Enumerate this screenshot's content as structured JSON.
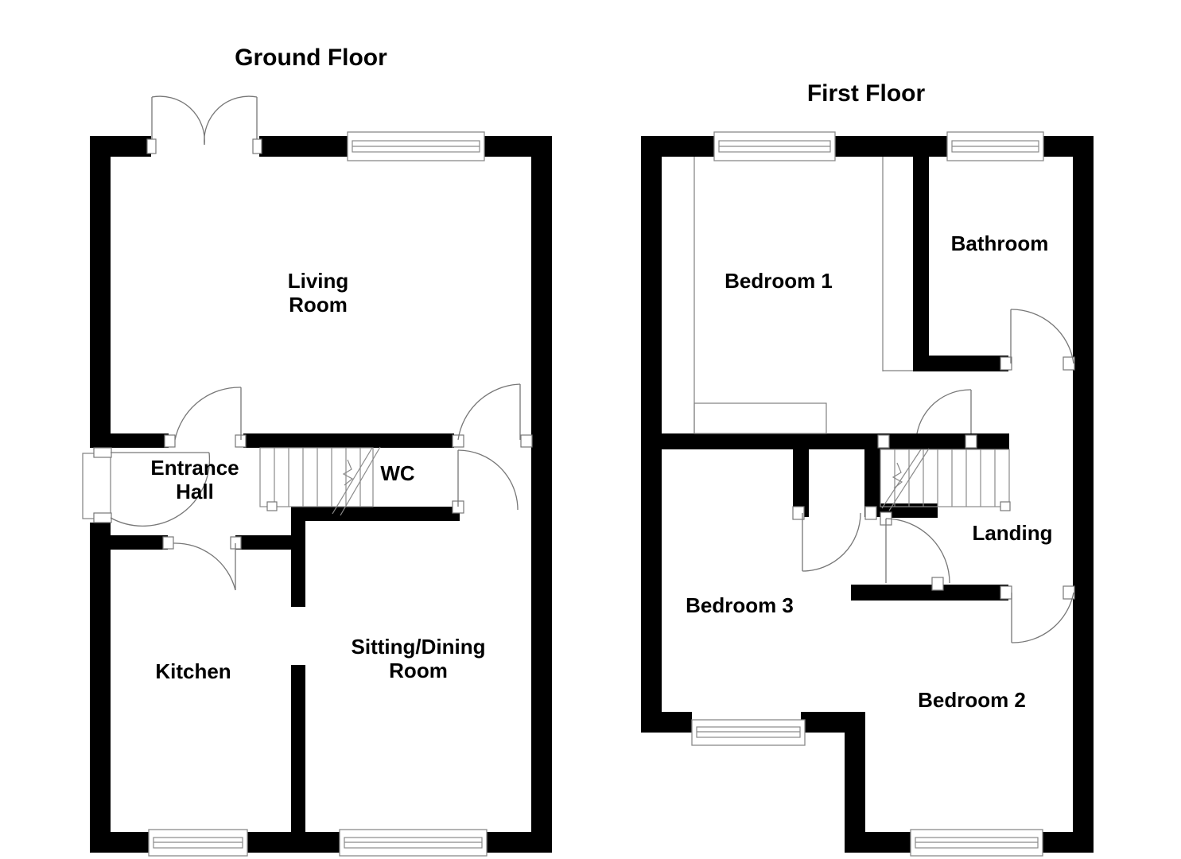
{
  "document": {
    "type": "residential-floor-plan",
    "background_color": "#ffffff",
    "line_color": "#000000",
    "thin_line_color": "#808080"
  },
  "floors": [
    {
      "id": "ground-floor",
      "title": "Ground Floor",
      "rooms": [
        {
          "id": "living-room",
          "label": "Living\nRoom",
          "line1": "Living",
          "line2": "Room"
        },
        {
          "id": "entrance-hall",
          "label": "Entrance\nHall",
          "line1": "Entrance",
          "line2": "Hall"
        },
        {
          "id": "wc",
          "label": "WC",
          "line1": "WC",
          "line2": ""
        },
        {
          "id": "kitchen",
          "label": "Kitchen",
          "line1": "Kitchen",
          "line2": ""
        },
        {
          "id": "sitting-dining-room",
          "label": "Sitting/Dining\nRoom",
          "line1": "Sitting/Dining",
          "line2": "Room"
        }
      ],
      "features": {
        "french_doors": 1,
        "front_door": 1,
        "windows": 3,
        "internal_doors": 4,
        "staircase": 1
      }
    },
    {
      "id": "first-floor",
      "title": "First Floor",
      "rooms": [
        {
          "id": "bedroom-1",
          "label": "Bedroom 1",
          "line1": "Bedroom 1",
          "line2": ""
        },
        {
          "id": "bathroom",
          "label": "Bathroom",
          "line1": "Bathroom",
          "line2": ""
        },
        {
          "id": "landing",
          "label": "Landing",
          "line1": "Landing",
          "line2": ""
        },
        {
          "id": "bedroom-3",
          "label": "Bedroom 3",
          "line1": "Bedroom 3",
          "line2": ""
        },
        {
          "id": "bedroom-2",
          "label": "Bedroom 2",
          "line1": "Bedroom 2",
          "line2": ""
        }
      ],
      "features": {
        "windows": 4,
        "internal_doors": 4,
        "staircase": 1
      }
    }
  ]
}
